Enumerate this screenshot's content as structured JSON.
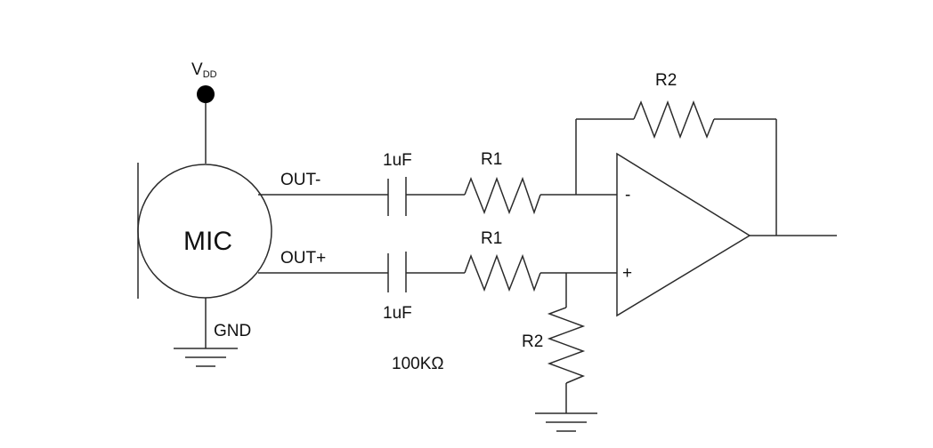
{
  "diagram": {
    "labels": {
      "vdd_main": "V",
      "vdd_sub": "DD",
      "mic": "MIC",
      "gnd": "GND",
      "out_minus": "OUT-",
      "out_plus": "OUT+",
      "cap_top": "1uF",
      "cap_bottom": "1uF",
      "r1_top": "R1",
      "r1_bottom": "R1",
      "r2_feedback": "R2",
      "r2_ground": "R2",
      "resistance_note": "100KΩ",
      "opamp_minus": "-",
      "opamp_plus": "+"
    },
    "colors": {
      "line": "#2b2b2b",
      "text": "#111111",
      "background": "#ffffff"
    }
  }
}
